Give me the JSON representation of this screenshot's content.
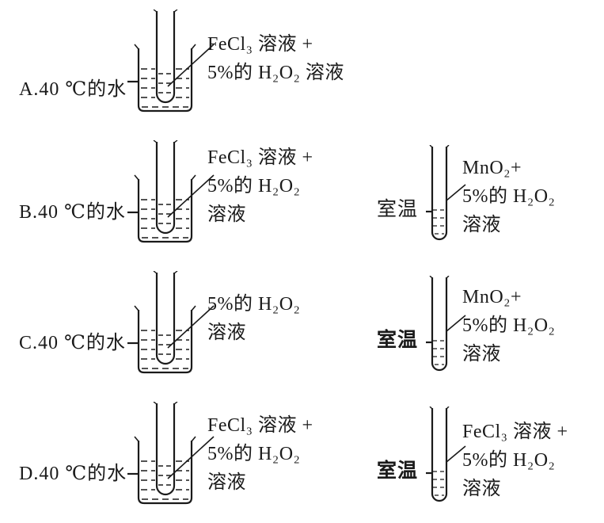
{
  "colors": {
    "ink": "#1a1a1a",
    "background": "#ffffff"
  },
  "options": [
    {
      "id": "A",
      "bath_label": "A.40 ℃的水",
      "left_lines": [
        "FeCl₃ 溶液 +",
        "5%的 H₂O₂ 溶液"
      ],
      "right": null
    },
    {
      "id": "B",
      "bath_label": "B.40 ℃的水",
      "left_lines": [
        "FeCl₃ 溶液 +",
        "5%的 H₂O₂",
        "溶液"
      ],
      "right": {
        "temp": "室温",
        "lines": [
          "MnO₂+",
          "5%的 H₂O₂",
          "溶液"
        ]
      }
    },
    {
      "id": "C",
      "bath_label": "C.40 ℃的水",
      "left_lines": [
        "5%的 H₂O₂",
        "溶液"
      ],
      "right": {
        "temp": "室温",
        "lines": [
          "MnO₂+",
          "5%的 H₂O₂",
          "溶液"
        ]
      }
    },
    {
      "id": "D",
      "bath_label": "D.40 ℃的水",
      "left_lines": [
        "FeCl₃ 溶液 +",
        "5%的 H₂O₂",
        "溶液"
      ],
      "right": {
        "temp": "室温",
        "lines": [
          "FeCl₃ 溶液 +",
          "5%的 H₂O₂",
          "溶液"
        ]
      }
    }
  ]
}
